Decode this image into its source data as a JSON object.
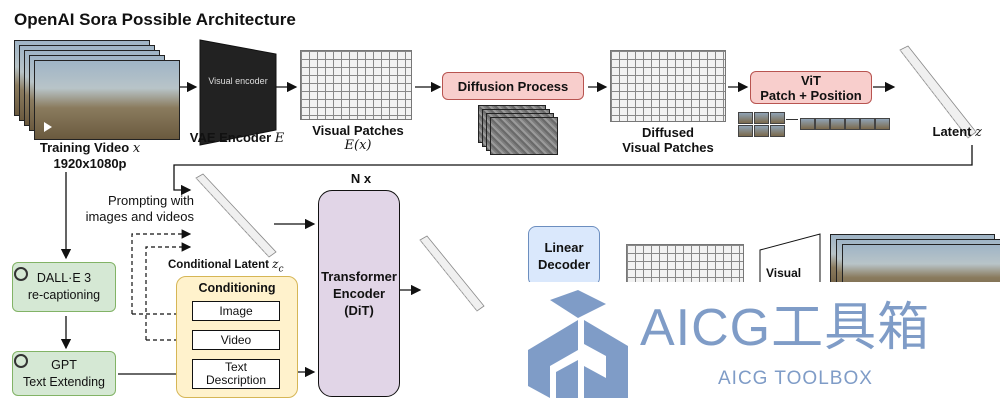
{
  "title": "OpenAI Sora Possible Architecture",
  "training_video": {
    "label": "Training Video",
    "var": "x",
    "resolution": "1920x1080p"
  },
  "vae_encoder": {
    "inner": "Visual encoder",
    "label": "VAE Encoder",
    "var": "E"
  },
  "visual_patches": {
    "label": "Visual Patches",
    "expr": "E(x)"
  },
  "diffusion": {
    "label": "Diffusion Process"
  },
  "diffused": {
    "line1": "Diffused",
    "line2": "Visual Patches"
  },
  "vit": {
    "line1": "ViT",
    "line2": "Patch + Position"
  },
  "latent": {
    "label": "Latent",
    "var": "z"
  },
  "prompting": {
    "line1": "Prompting with",
    "line2": "images and videos"
  },
  "conditional_latent": {
    "label": "Conditional Latent",
    "var": "z",
    "sub": "c"
  },
  "nx": "N x",
  "transformer": {
    "line1": "Transformer",
    "line2": "Encoder",
    "line3": "(DiT)"
  },
  "dalle": {
    "line1": "DALL·E 3",
    "line2": "re-captioning"
  },
  "gpt": {
    "line1": "GPT",
    "line2": "Text Extending"
  },
  "conditioning": {
    "title": "Conditioning",
    "image": "Image",
    "video": "Video",
    "text1": "Text",
    "text2": "Description"
  },
  "linear_decoder": {
    "line1": "Linear",
    "line2": "Decoder"
  },
  "visual_partial": "Visual",
  "watermark": {
    "main": "AICG工具箱",
    "sub": "AICG TOOLBOX"
  },
  "colors": {
    "pink": "#f8cecc",
    "green": "#d5e8d4",
    "purple": "#e1d5e7",
    "yellow": "#fff2cc",
    "blue": "#dae8fc",
    "watermark": "#6c8ebf"
  }
}
